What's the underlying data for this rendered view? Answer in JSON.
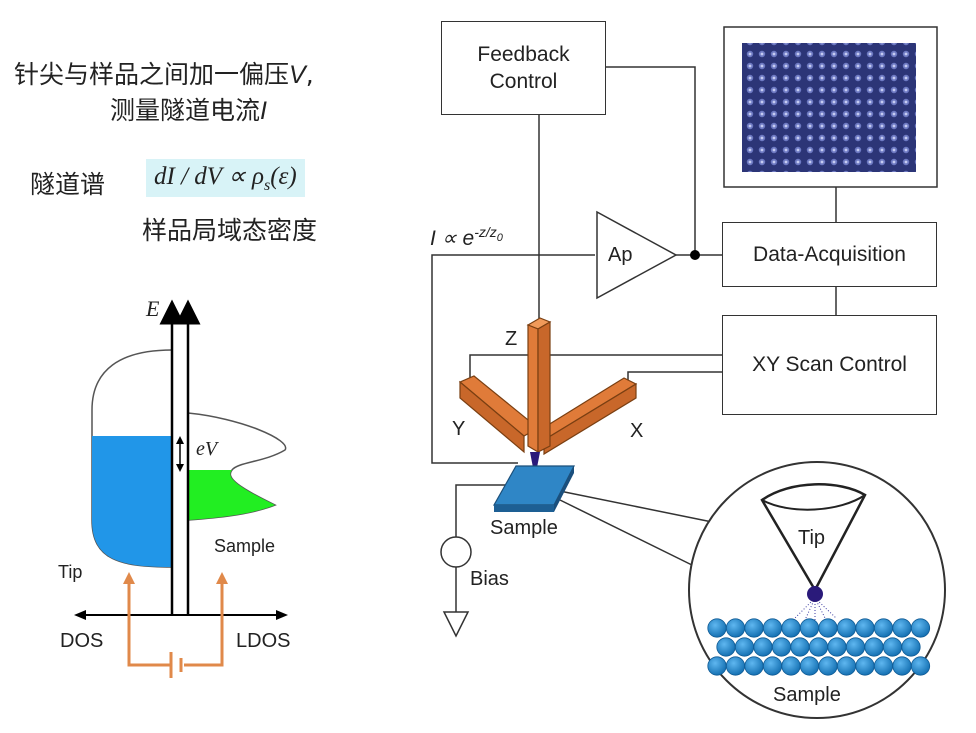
{
  "intro": {
    "line1_prefix": "针尖与样品之间加一偏压",
    "line1_var": "V",
    "line1_suffix": ",",
    "line2_prefix": "测量隧道电流",
    "line2_var": "I"
  },
  "spectroscopy": {
    "label": "隧道谱",
    "formula": "dI / dV ∝ ρs(ε)",
    "formula_parts": {
      "lhs": "dI / dV ∝ ρ",
      "sub": "s",
      "rhs": "(ε)"
    },
    "meaning": "样品局域态密度"
  },
  "energy_diagram": {
    "axis_label": "E",
    "bias_label": "eV",
    "tip_label": "Tip",
    "sample_label": "Sample",
    "left_axis_label": "DOS",
    "right_axis_label": "LDOS",
    "colors": {
      "tip_fill": "#2196e8",
      "sample_fill": "#22ee22",
      "circuit": "#e0894a"
    }
  },
  "stm": {
    "feedback_label": "Feedback Control",
    "amp_label": "Ap",
    "data_acq_label": "Data-Acquisition",
    "xy_scan_label": "XY Scan Control",
    "current_relation": "I ∝ e-z/z0",
    "current_parts": {
      "base": "I ∝ e",
      "exp": "-z/z",
      "exp_sub": "0"
    },
    "axis_z": "Z",
    "axis_y": "Y",
    "axis_x": "X",
    "sample_label": "Sample",
    "bias_label": "Bias",
    "inset_tip_label": "Tip",
    "inset_sample_label": "Sample",
    "colors": {
      "piezo": "#e07b39",
      "sample_plate": "#2f86c6",
      "atoms": "#1e86c8",
      "tip_atom": "#2a1a7a",
      "image_bg": "#2a3470"
    }
  }
}
